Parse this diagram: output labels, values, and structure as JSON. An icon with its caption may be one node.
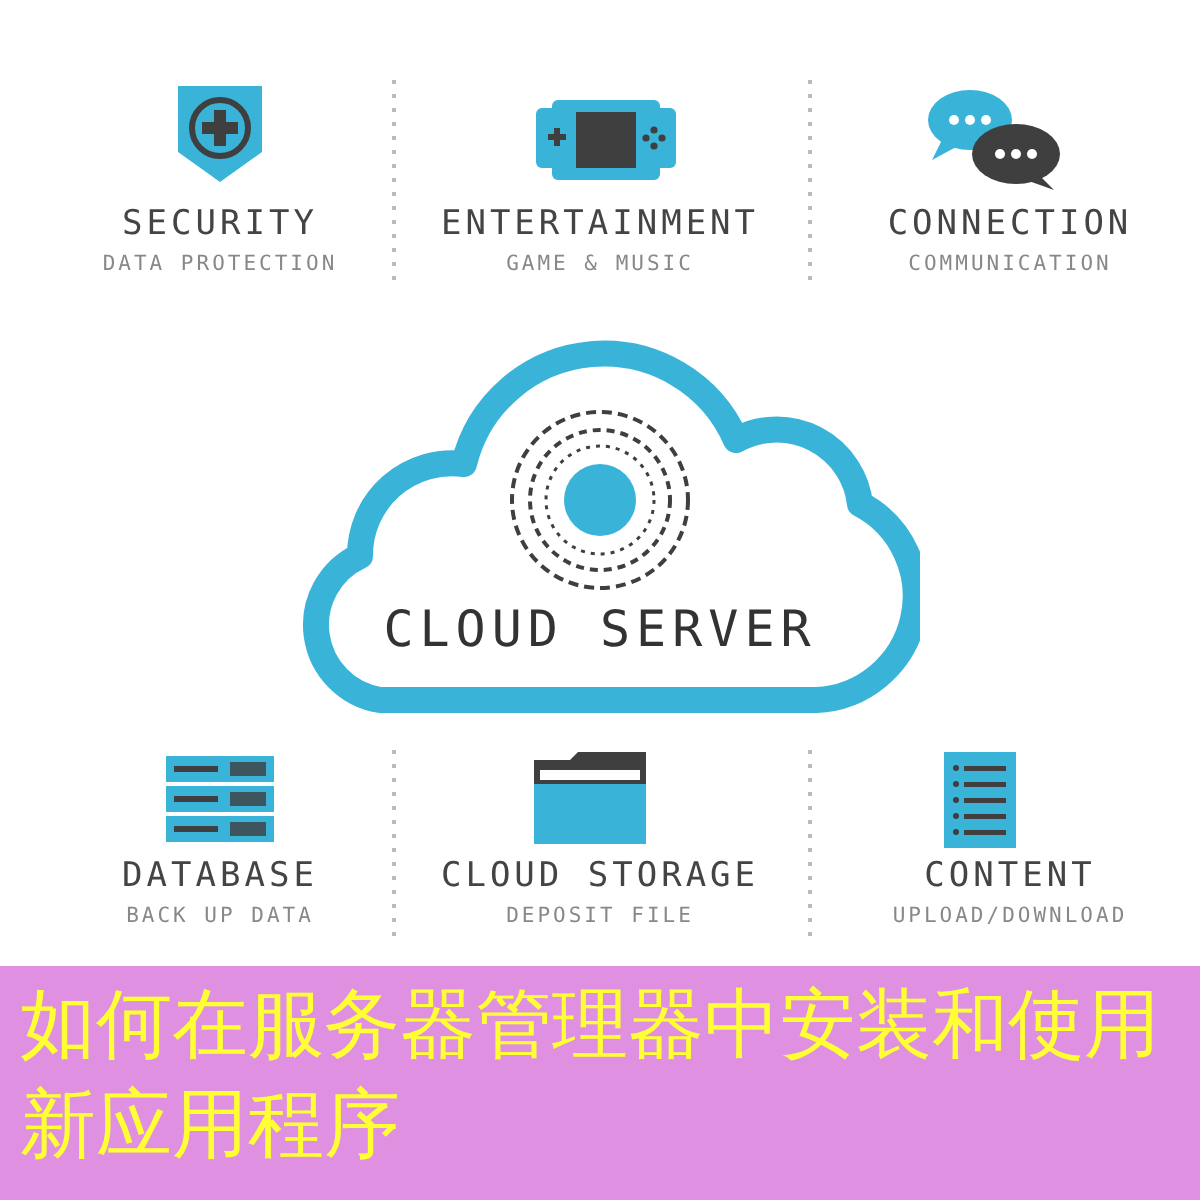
{
  "diagram": {
    "caption": "如何在服务器管理器中安装和使用新应用程序",
    "nodes": [
      {
        "text": [
          "CLOUD SERVER"
        ]
      }
    ],
    "labels": [
      "SECURITY",
      "DATA PROTECTION",
      "ENTERTAINMENT",
      "GAME & MUSIC",
      "CONNECTION",
      "COMMUNICATION",
      "DATABASE",
      "BACK UP DATA",
      "CLOUD STORAGE",
      "DEPOSIT FILE",
      "CONTENT",
      "UPLOAD/DOWNLOAD"
    ]
  }
}
